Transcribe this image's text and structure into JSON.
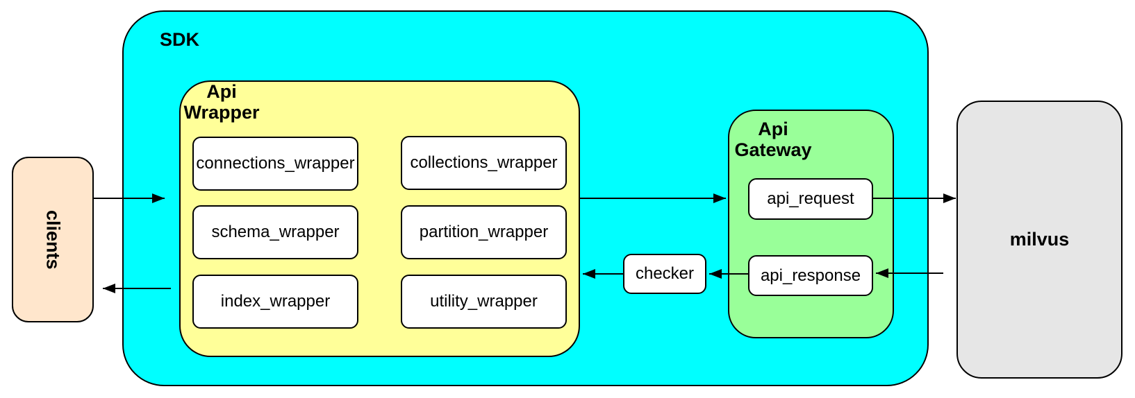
{
  "canvas_background": "#FFFFFF",
  "nodes": {
    "clients": {
      "label": "clients",
      "fill": "#FFE6CC"
    },
    "sdk": {
      "label": "SDK",
      "fill": "#00FFFF"
    },
    "api_wrapper": {
      "label": "Api\nWrapper",
      "fill": "#FFFF99",
      "items": [
        {
          "label": "connections_wrapper"
        },
        {
          "label": "collections_wrapper"
        },
        {
          "label": "schema_wrapper"
        },
        {
          "label": "partition_wrapper"
        },
        {
          "label": "index_wrapper"
        },
        {
          "label": "utility_wrapper"
        }
      ]
    },
    "checker": {
      "label": "checker",
      "fill": "#FFFFFF"
    },
    "api_gateway": {
      "label": "Api\nGateway",
      "fill": "#99FF99",
      "items": [
        {
          "label": "api_request"
        },
        {
          "label": "api_response"
        }
      ]
    },
    "milvus": {
      "label": "milvus",
      "fill": "#E6E6E6"
    }
  },
  "edges": [
    {
      "from": "clients",
      "to": "sdk"
    },
    {
      "from": "sdk",
      "to": "clients"
    },
    {
      "from": "api_wrapper",
      "to": "api_gateway"
    },
    {
      "from": "api_request",
      "to": "milvus"
    },
    {
      "from": "milvus",
      "to": "api_response"
    },
    {
      "from": "api_response",
      "to": "checker"
    },
    {
      "from": "checker",
      "to": "api_wrapper"
    }
  ],
  "edge_color": "#000000"
}
